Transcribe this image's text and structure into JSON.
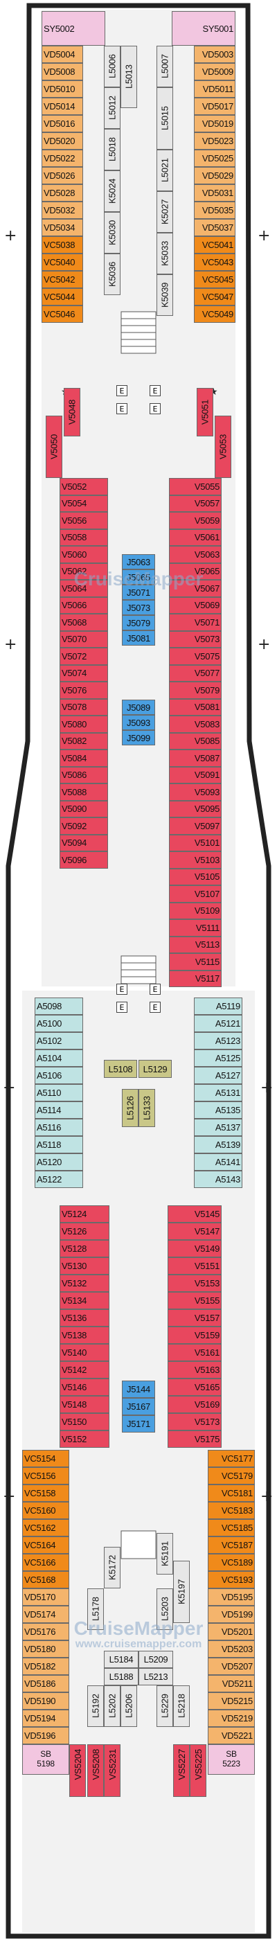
{
  "legend_colors": {
    "suite": "#f2c6e0",
    "vd": "#f4b46c",
    "vc": "#f08a1a",
    "v": "#e8475e",
    "a": "#bfe3e3",
    "lnoview": "#e7e7e7",
    "j": "#4a9fe0",
    "lobs": "#c9c788"
  },
  "stairs": {
    "elevator_label": "E"
  },
  "watermark": {
    "text": "CruiseMapper",
    "url": "www.cruisemapper.com"
  },
  "cabins": {
    "top_suites": [
      "SY5002",
      "SY5001"
    ],
    "fwd_vd_left": [
      "VD5004",
      "VD5008",
      "VD5010",
      "VD5014",
      "VD5016",
      "VD5020",
      "VD5022",
      "VD5026",
      "VD5028",
      "VD5032",
      "VD5034"
    ],
    "fwd_vd_right": [
      "VD5003",
      "VD5009",
      "VD5011",
      "VD5017",
      "VD5019",
      "VD5023",
      "VD5025",
      "VD5029",
      "VD5031",
      "VD5035",
      "VD5037"
    ],
    "fwd_vc_left": [
      "VC5038",
      "VC5040",
      "VC5042",
      "VC5044",
      "VC5046"
    ],
    "fwd_vc_right": [
      "VC5041",
      "VC5043",
      "VC5045",
      "VC5047",
      "VC5049"
    ],
    "fwd_inner_left": [
      "L5006",
      "L5012",
      "L5018",
      "K5024",
      "K5030",
      "K5036"
    ],
    "fwd_inner_right": [
      "L5007",
      "L5015",
      "L5021",
      "K5027",
      "K5033",
      "K5039"
    ],
    "fwd_inner_mid": [
      "L5013"
    ],
    "v_diag": [
      "V5048",
      "V5050",
      "V5051",
      "V5053"
    ],
    "mid_v_left": [
      "V5052",
      "V5054",
      "V5056",
      "V5058",
      "V5060",
      "V5062",
      "V5064",
      "V5066",
      "V5068",
      "V5070",
      "V5072",
      "V5074",
      "V5076",
      "V5078",
      "V5080",
      "V5082",
      "V5084",
      "V5086",
      "V5088",
      "V5090",
      "V5092",
      "V5094",
      "V5096"
    ],
    "mid_v_right": [
      "V5055",
      "V5057",
      "V5059",
      "V5061",
      "V5063",
      "V5065",
      "V5067",
      "V5069",
      "V5071",
      "V5073",
      "V5075",
      "V5077",
      "V5079",
      "V5081",
      "V5083",
      "V5085",
      "V5087",
      "V5091",
      "V5093",
      "V5095",
      "V5097",
      "V5101",
      "V5103",
      "V5105",
      "V5107",
      "V5109",
      "V5111",
      "V5113",
      "V5115",
      "V5117"
    ],
    "mid_j": [
      "J5063",
      "J5065",
      "J5071",
      "J5073",
      "J5079",
      "J5081",
      "J5089",
      "J5093",
      "J5099"
    ],
    "aft_a_left": [
      "A5098",
      "A5100",
      "A5102",
      "A5104",
      "A5106",
      "A5110",
      "A5114",
      "A5116",
      "A5118",
      "A5120",
      "A5122"
    ],
    "aft_a_right": [
      "A5119",
      "A5121",
      "A5123",
      "A5125",
      "A5127",
      "A5131",
      "A5135",
      "A5137",
      "A5139",
      "A5141",
      "A5143"
    ],
    "aft_l_obs": [
      "L5108",
      "L5129",
      "L5126",
      "L5133"
    ],
    "aft_v_left": [
      "V5124",
      "V5126",
      "V5128",
      "V5130",
      "V5132",
      "V5134",
      "V5136",
      "V5138",
      "V5140",
      "V5142",
      "V5146",
      "V5148",
      "V5150",
      "V5152"
    ],
    "aft_v_right": [
      "V5145",
      "V5147",
      "V5149",
      "V5151",
      "V5153",
      "V5155",
      "V5157",
      "V5159",
      "V5161",
      "V5163",
      "V5165",
      "V5169",
      "V5173",
      "V5175"
    ],
    "aft_j": [
      "J5144",
      "J5167",
      "J5171"
    ],
    "stern_vc_left": [
      "VC5154",
      "VC5156",
      "VC5158",
      "VC5160",
      "VC5162",
      "VC5164",
      "VC5166",
      "VC5168"
    ],
    "stern_vc_right": [
      "VC5177",
      "VC5179",
      "VC5181",
      "VC5183",
      "VC5185",
      "VC5187",
      "VC5189",
      "VC5193"
    ],
    "stern_vd_left": [
      "VD5170",
      "VD5174",
      "VD5176",
      "VD5180",
      "VD5182",
      "VD5186",
      "VD5190",
      "VD5194",
      "VD5196"
    ],
    "stern_vd_right": [
      "VD5195",
      "VD5199",
      "VD5201",
      "VD5203",
      "VD5207",
      "VD5211",
      "VD5215",
      "VD5219",
      "VD5221"
    ],
    "stern_inner": [
      "K5172",
      "K5191",
      "L5178",
      "L5203",
      "K5197",
      "L5184",
      "L5209",
      "L5188",
      "L5213",
      "L5202",
      "L5206",
      "L5229",
      "L5192",
      "L5218"
    ],
    "stern_sb": [
      "SB 5198",
      "SB 5223"
    ],
    "stern_vs": [
      "VS5204",
      "VS5208",
      "VS5231",
      "VS5227",
      "VS5225"
    ]
  }
}
